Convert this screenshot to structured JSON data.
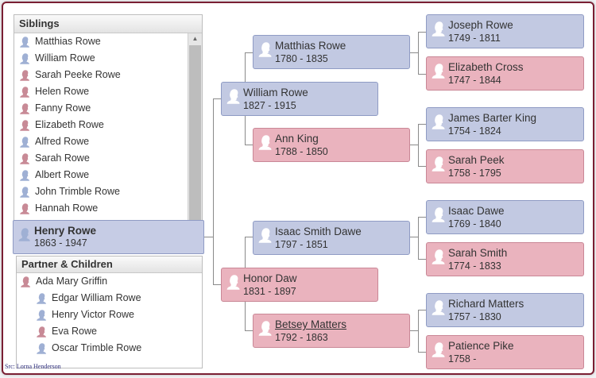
{
  "siblings": {
    "title": "Siblings",
    "items": [
      {
        "name": "Matthias Rowe",
        "gender": "male"
      },
      {
        "name": "William Rowe",
        "gender": "male"
      },
      {
        "name": "Sarah Peeke Rowe",
        "gender": "female"
      },
      {
        "name": "Helen Rowe",
        "gender": "female"
      },
      {
        "name": "Fanny Rowe",
        "gender": "female"
      },
      {
        "name": "Elizabeth Rowe",
        "gender": "female"
      },
      {
        "name": "Alfred Rowe",
        "gender": "male"
      },
      {
        "name": "Sarah Rowe",
        "gender": "female"
      },
      {
        "name": "Albert Rowe",
        "gender": "male"
      },
      {
        "name": "John Trimble Rowe",
        "gender": "male"
      },
      {
        "name": "Hannah Rowe",
        "gender": "female"
      }
    ]
  },
  "focus": {
    "name": "Henry Rowe",
    "dates": "1863 - 1947",
    "gender": "male"
  },
  "partner_children": {
    "title": "Partner  &  Children",
    "partner": {
      "name": "Ada Mary Griffin",
      "gender": "female"
    },
    "children": [
      {
        "name": "Edgar William Rowe",
        "gender": "male"
      },
      {
        "name": "Henry Victor Rowe",
        "gender": "male"
      },
      {
        "name": "Eva Rowe",
        "gender": "female"
      },
      {
        "name": "Oscar Trimble Rowe",
        "gender": "male"
      }
    ]
  },
  "tree": {
    "father": {
      "name": "William Rowe",
      "dates": "1827 - 1915",
      "gender": "male"
    },
    "mother": {
      "name": "Honor Daw",
      "dates": "1831 - 1897",
      "gender": "female"
    },
    "paternal_grandfather": {
      "name": "Matthias Rowe",
      "dates": "1780 - 1835",
      "gender": "male"
    },
    "paternal_grandmother": {
      "name": "Ann King",
      "dates": "1788 - 1850",
      "gender": "female"
    },
    "maternal_grandfather": {
      "name": "Isaac Smith Dawe",
      "dates": "1797 - 1851",
      "gender": "male"
    },
    "maternal_grandmother": {
      "name": "Betsey Matters",
      "dates": "1792 - 1863",
      "gender": "female"
    },
    "ggp1": {
      "name": "Joseph Rowe",
      "dates": "1749 - 1811",
      "gender": "male"
    },
    "ggp2": {
      "name": "Elizabeth Cross",
      "dates": "1747 - 1844",
      "gender": "female"
    },
    "ggp3": {
      "name": "James Barter King",
      "dates": "1754 - 1824",
      "gender": "male"
    },
    "ggp4": {
      "name": "Sarah Peek",
      "dates": "1758 - 1795",
      "gender": "female"
    },
    "ggp5": {
      "name": "Isaac Dawe",
      "dates": "1769 - 1840",
      "gender": "male"
    },
    "ggp6": {
      "name": "Sarah Smith",
      "dates": "1774 - 1833",
      "gender": "female"
    },
    "ggp7": {
      "name": "Richard Matters",
      "dates": "1757 - 1830",
      "gender": "male"
    },
    "ggp8": {
      "name": "Patience Pike",
      "dates": "1758 -",
      "gender": "female"
    }
  },
  "credit": "Src: Lorna Henderson",
  "colors": {
    "male_box": "#c2c9e2",
    "female_box": "#eab3be",
    "male_icon": "#9fb0d4",
    "female_icon": "#c88a96",
    "frame": "#7a1f33"
  }
}
